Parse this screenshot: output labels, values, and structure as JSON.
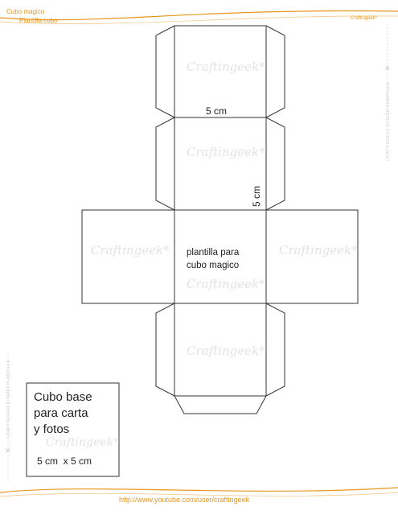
{
  "header": {
    "title": "Cubo magico",
    "subtitle": "Plantilla cubo",
    "brand": "Craftingeek*"
  },
  "template": {
    "dimension_top": "5 cm",
    "dimension_side": "5 cm",
    "center_label_line1": "plantilla para",
    "center_label_line2": "cubo magico",
    "watermark": "Craftingeek*"
  },
  "card": {
    "title_line1": "Cubo base",
    "title_line2": "para carta",
    "title_line3": "y fotos",
    "watermark": "Craftingeek*",
    "size": "5 cm  x 5 cm"
  },
  "side_notes": {
    "right": "CRAFTINGEEK  DISEÑO  PLANTILLA",
    "left": "CRAFTINGEEK  DISEÑO  PLANTILLA"
  },
  "footer": {
    "url": "http://www.youtube.com/user/craftingeek"
  },
  "colors": {
    "accent": "#e8961e",
    "line": "#333333",
    "watermark": "#e3e3e3"
  }
}
